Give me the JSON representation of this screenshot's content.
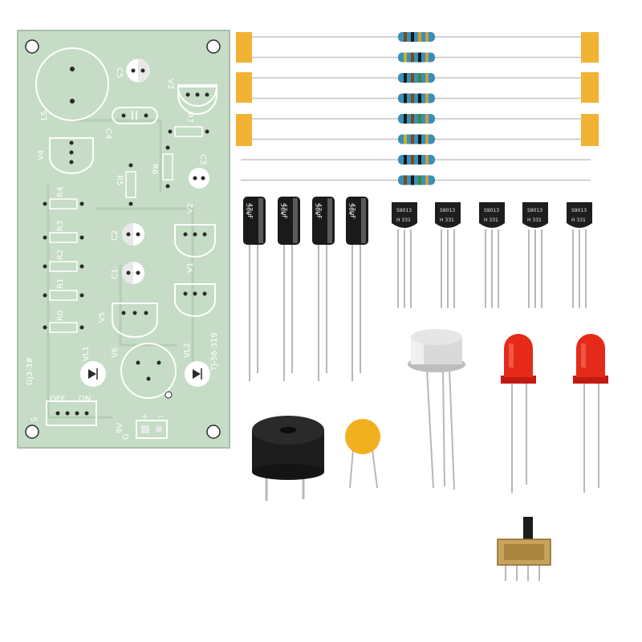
{
  "pcb": {
    "title": "GJ3-3#",
    "code": "TJ-56-319",
    "labels": {
      "ls": "LS",
      "c5": "C5",
      "v3": "V3",
      "c4": "C4",
      "r7": "R7",
      "v4": "V4",
      "c3": "C3",
      "r5": "R5",
      "r6": "R6",
      "r4": "R4",
      "r3": "R3",
      "r2": "R2",
      "r1": "R1",
      "r0": "R0",
      "c2": "C2",
      "c1": "C1",
      "v2": "V2",
      "v1": "V1",
      "v5": "V5",
      "v6": "V6",
      "vl1": "VL1",
      "vl2": "VL2",
      "s": "S",
      "off": "OFF",
      "on": "ON",
      "nine_v": "9V",
      "g": "G",
      "plus": "+",
      "minus": "−"
    },
    "colors": {
      "board": "#c6dcc6",
      "pad": "#e8e8e8",
      "trace": "#b6ccb6"
    }
  },
  "components": {
    "resistor_count": 8,
    "capacitor_label_top": "47μF",
    "capacitor_label_bottom": "50V",
    "transistor_label_top": "S9013",
    "transistor_label_bottom": "H 331",
    "colors": {
      "tape": "#f2b233",
      "resistor_body": "#3a8fb8",
      "capacitor_body": "#1a1a1a",
      "led": "#e52a1a",
      "ceramic_cap": "#f0b020",
      "buzzer": "#202020",
      "can_transistor": "#d9d9d9",
      "switch_body": "#c9a35a"
    }
  }
}
